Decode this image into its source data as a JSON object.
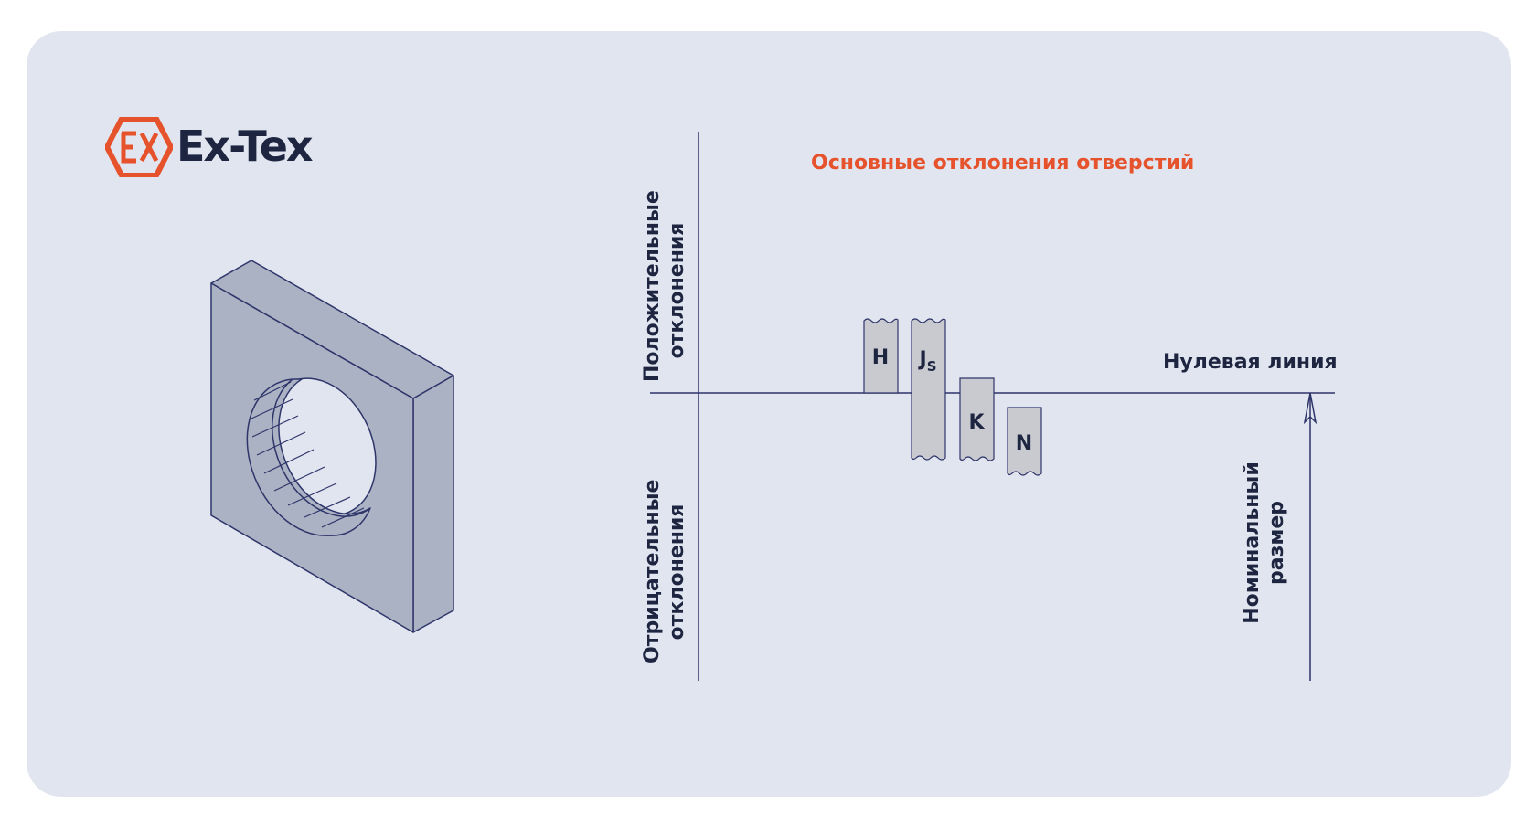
{
  "brand": {
    "name": "Ex-Tex",
    "accent_color": "#e5522b",
    "text_color": "#1d2540"
  },
  "diagram": {
    "title": "Основные отклонения отверстий",
    "positive_label": [
      "Положительные",
      "отклонения"
    ],
    "negative_label": [
      "Отрицательные",
      "отклонения"
    ],
    "zero_line_label": "Нулевая линия",
    "nominal_size_label": [
      "Номинальный",
      "размер"
    ],
    "bars": [
      {
        "letter": "H",
        "sub": ""
      },
      {
        "letter": "J",
        "sub": "S"
      },
      {
        "letter": "K",
        "sub": ""
      },
      {
        "letter": "N",
        "sub": ""
      }
    ]
  },
  "illustration": {
    "name": "square plate with round hole",
    "fill_color": "#aab2c3",
    "stroke_color": "#2e356a"
  }
}
